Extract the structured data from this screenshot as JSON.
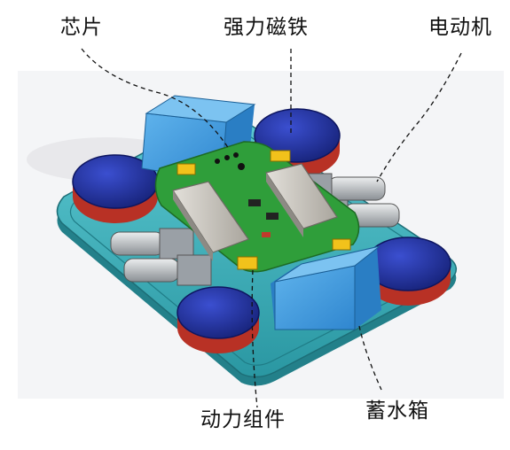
{
  "labels": {
    "chip": "芯片",
    "magnet": "强力磁铁",
    "motor": "电动机",
    "power_assembly": "动力组件",
    "water_tank": "蓄水箱"
  },
  "colors": {
    "platform_base": "#2c9eaa",
    "platform_top": "#41b8c3",
    "magnet_blue": "#1e2f9c",
    "magnet_red": "#c0392b",
    "tank_blue": "#3f9be0",
    "pcb_green": "#2f9e3a",
    "chip_yellow": "#f2c21b",
    "module_grey": "#c9c6bf",
    "motor_grey": "#b8bcc0"
  }
}
